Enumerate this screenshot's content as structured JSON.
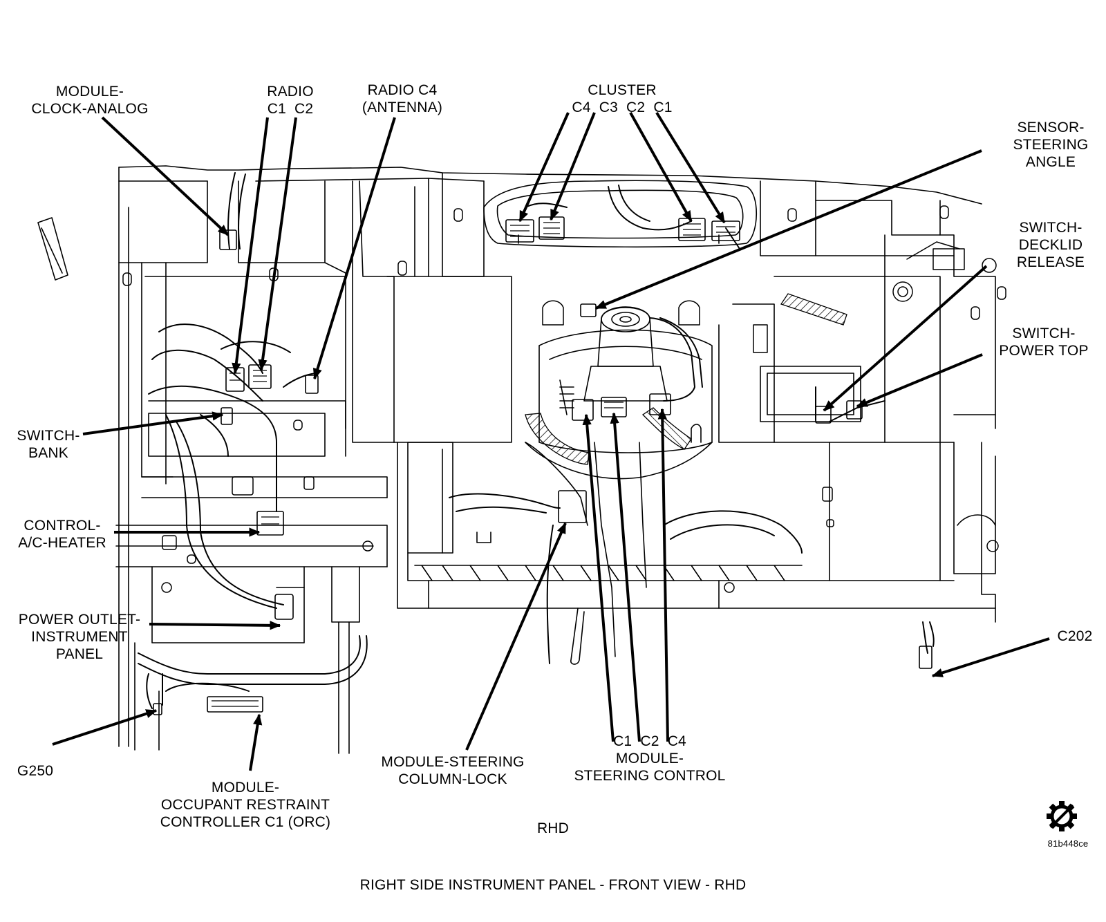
{
  "caption": "RIGHT SIDE INSTRUMENT PANEL - FRONT VIEW - RHD",
  "view_tag": "RHD",
  "figure_code": "81b448ce",
  "logo": "gear-logo",
  "labels": {
    "module_clock_analog": "MODULE-\nCLOCK-ANALOG",
    "radio_c1_c2": "RADIO\nC1  C2",
    "radio_c4_antenna": "RADIO C4\n(ANTENNA)",
    "cluster": "CLUSTER\nC4  C3  C2  C1",
    "sensor_steering_angle": "SENSOR-\nSTEERING\nANGLE",
    "switch_decklid_release": "SWITCH-\nDECKLID\nRELEASE",
    "switch_power_top": "SWITCH-\nPOWER TOP",
    "switch_bank": "SWITCH-\nBANK",
    "control_ac_heater": "CONTROL-\nA/C-HEATER",
    "power_outlet_instrument_panel": "POWER OUTLET-\nINSTRUMENT\nPANEL",
    "g250": "G250",
    "module_orc": "MODULE-\nOCCUPANT RESTRAINT\nCONTROLLER C1 (ORC)",
    "module_steering_column_lock": "MODULE-STEERING\nCOLUMN-LOCK",
    "module_steering_control": "C1  C2  C4\nMODULE-\nSTEERING CONTROL",
    "c202": "C202"
  }
}
